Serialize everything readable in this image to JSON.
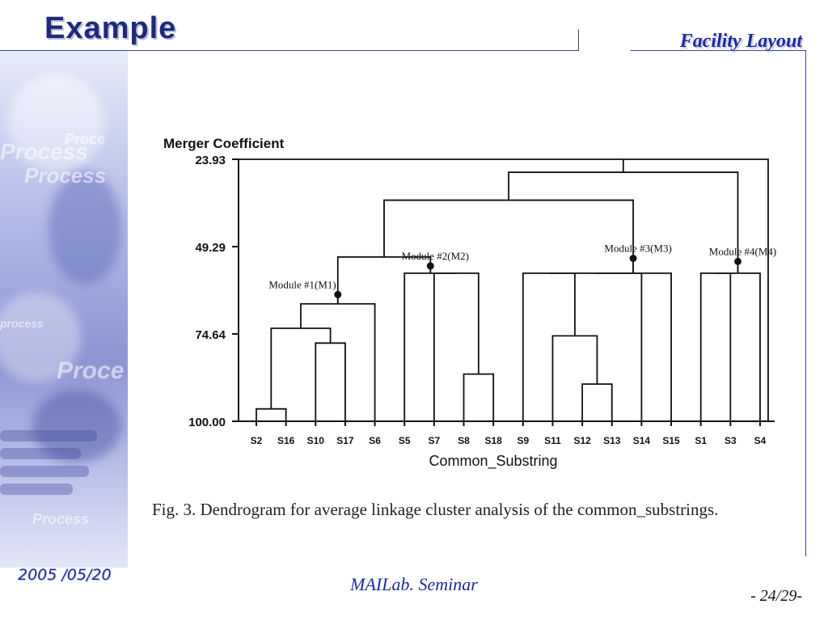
{
  "slide": {
    "title": "Example",
    "section": "Facility Layout",
    "date": "2005 /05/20",
    "footer": "MAILab.  Seminar",
    "page": "- 24/29-"
  },
  "figure": {
    "y_axis_title": "Merger Coefficient",
    "x_axis_title": "Common_Substring",
    "caption": "Fig.  3.  Dendrogram  for  average  linkage  cluster  analysis  of  the common_substrings.",
    "y_ticks": [
      "23.93",
      "49.29",
      "74.64",
      "100.00"
    ],
    "module_labels": [
      "Module #1(M1)",
      "Module #2(M2)",
      "Module #3(M3)",
      "Module #4(M4)"
    ]
  },
  "chart_data": {
    "type": "dendrogram",
    "ylabel": "Merger Coefficient",
    "xlabel": "Common_Substring",
    "y_ticks": [
      23.93,
      49.29,
      74.64,
      100.0
    ],
    "leaves": [
      "S2",
      "S16",
      "S10",
      "S17",
      "S6",
      "S5",
      "S7",
      "S8",
      "S18",
      "S9",
      "S11",
      "S12",
      "S13",
      "S14",
      "S15",
      "S1",
      "S3",
      "S4"
    ],
    "merges": [
      {
        "a": "S2",
        "b": "S16",
        "id": "c1",
        "h": 96.4
      },
      {
        "a": "S10",
        "b": "S17",
        "id": "c2",
        "h": 77.3
      },
      {
        "a": "c1",
        "b": "c2",
        "id": "c3",
        "h": 73.0
      },
      {
        "a": "c3",
        "b": "S6",
        "id": "m1",
        "h": 65.9
      },
      {
        "a": "S8",
        "b": "S18",
        "id": "c4",
        "h": 86.3
      },
      {
        "a": "S7",
        "b": "c4",
        "id": "c5",
        "h": 57.0
      },
      {
        "a": "S5",
        "b": "c5",
        "id": "m2",
        "h": 57.0
      },
      {
        "a": "m1",
        "b": "m2",
        "id": "c6",
        "h": 52.3
      },
      {
        "a": "S12",
        "b": "S13",
        "id": "c7",
        "h": 89.2
      },
      {
        "a": "S11",
        "b": "c7",
        "id": "c8",
        "h": 75.2
      },
      {
        "a": "S9",
        "b": "c8",
        "id": "c9",
        "h": 57.0
      },
      {
        "a": "c9",
        "b": "S14",
        "id": "c10",
        "h": 57.0
      },
      {
        "a": "c10",
        "b": "S15",
        "id": "m3",
        "h": 57.0
      },
      {
        "a": "c6",
        "b": "m3",
        "id": "c11",
        "h": 35.8
      },
      {
        "a": "S1",
        "b": "S3",
        "id": "c12",
        "h": 57.0
      },
      {
        "a": "c12",
        "b": "S4",
        "id": "m4",
        "h": 57.0
      },
      {
        "a": "c11",
        "b": "m4",
        "id": "c13",
        "h": 27.7
      },
      {
        "a": "c13",
        "b": "root_link",
        "id": "root",
        "h": 23.93
      }
    ],
    "module_cuts": [
      {
        "label": "Module #1(M1)",
        "cluster": "m1",
        "h": 63.2
      },
      {
        "label": "Module #2(M2)",
        "cluster": "m2",
        "h": 54.9
      },
      {
        "label": "Module #3(M3)",
        "cluster": "m3",
        "h": 52.7
      },
      {
        "label": "Module #4(M4)",
        "cluster": "m4",
        "h": 53.6
      }
    ]
  }
}
